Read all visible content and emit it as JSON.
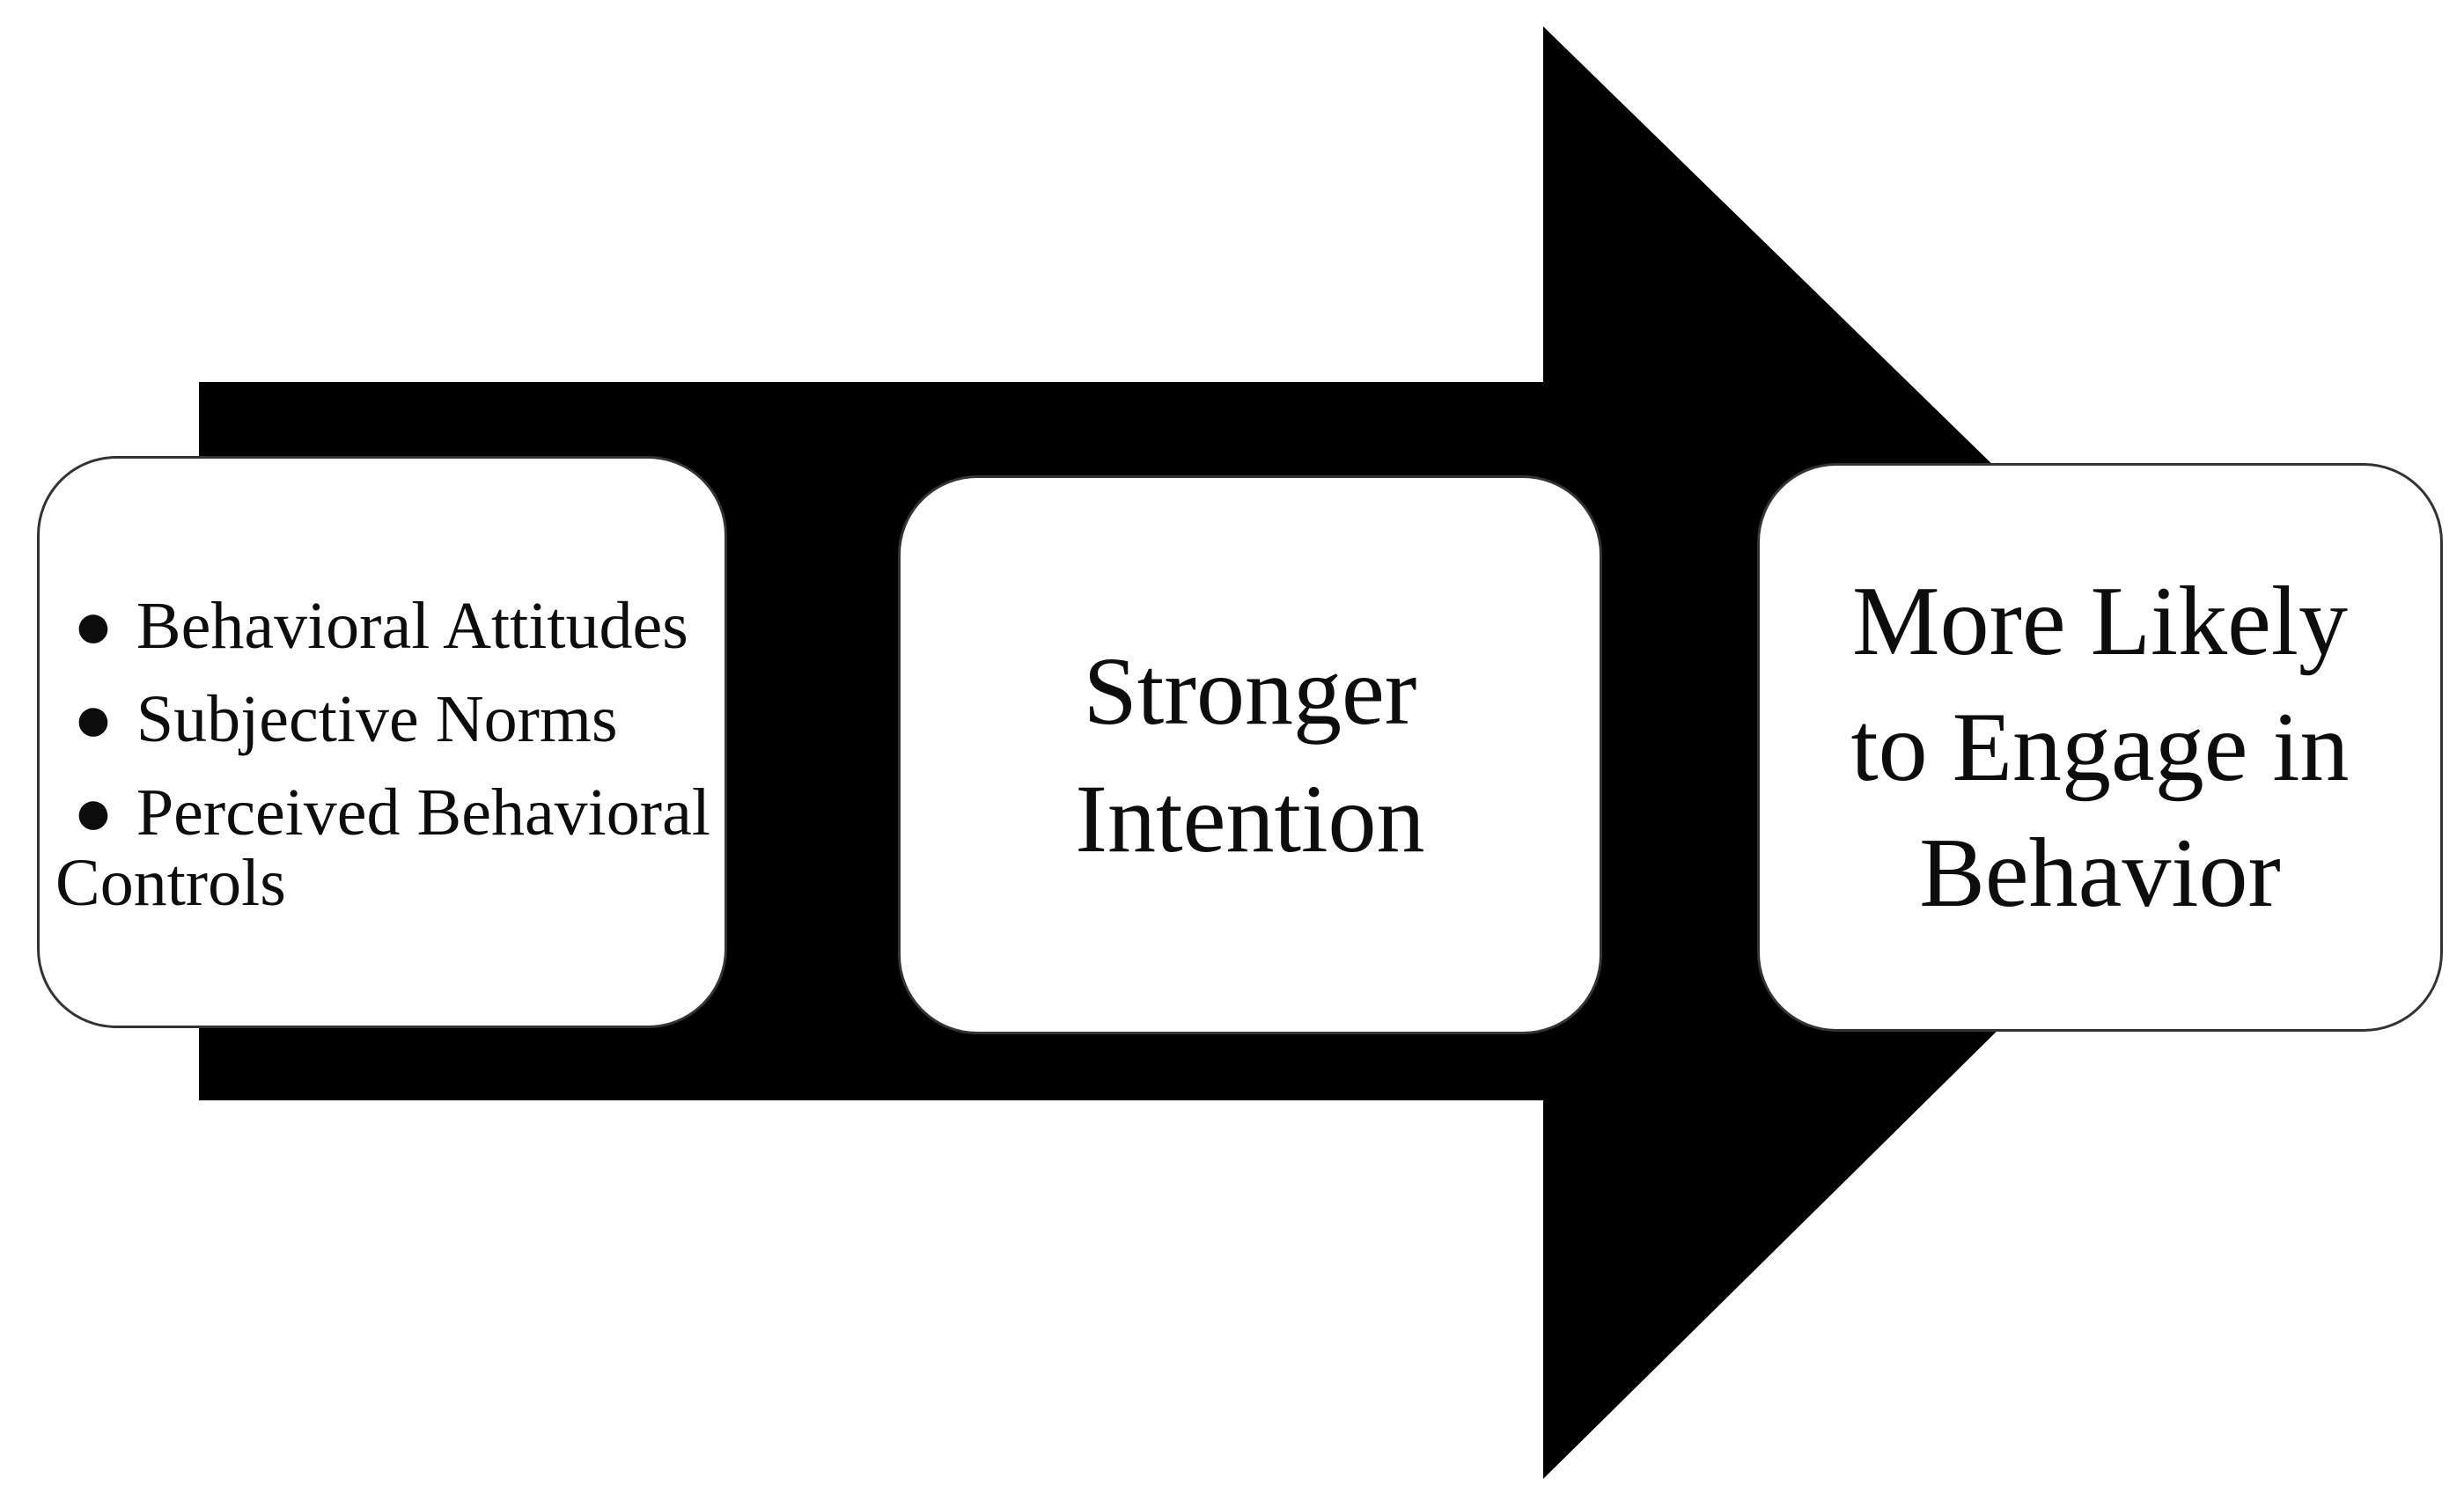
{
  "diagram": {
    "description": "Black right-arrow flow diagram with three white rounded boxes",
    "colors": {
      "background": "#ffffff",
      "arrow": "#000000",
      "box_fill": "#ffffff",
      "box_border": "#333333",
      "text": "#0d0d0d"
    },
    "left_box": {
      "bullet_glyph": "●",
      "items": [
        {
          "lines": [
            "Behavioral Attitudes",
            ""
          ]
        },
        {
          "lines": [
            "Subjective Norms",
            ""
          ]
        },
        {
          "lines": [
            "Perceived Behavioral",
            "Controls"
          ]
        }
      ]
    },
    "middle_box": {
      "lines": [
        "Stronger",
        "Intention"
      ]
    },
    "right_box": {
      "lines": [
        "More Likely",
        "to Engage in",
        "Behavior"
      ]
    }
  }
}
